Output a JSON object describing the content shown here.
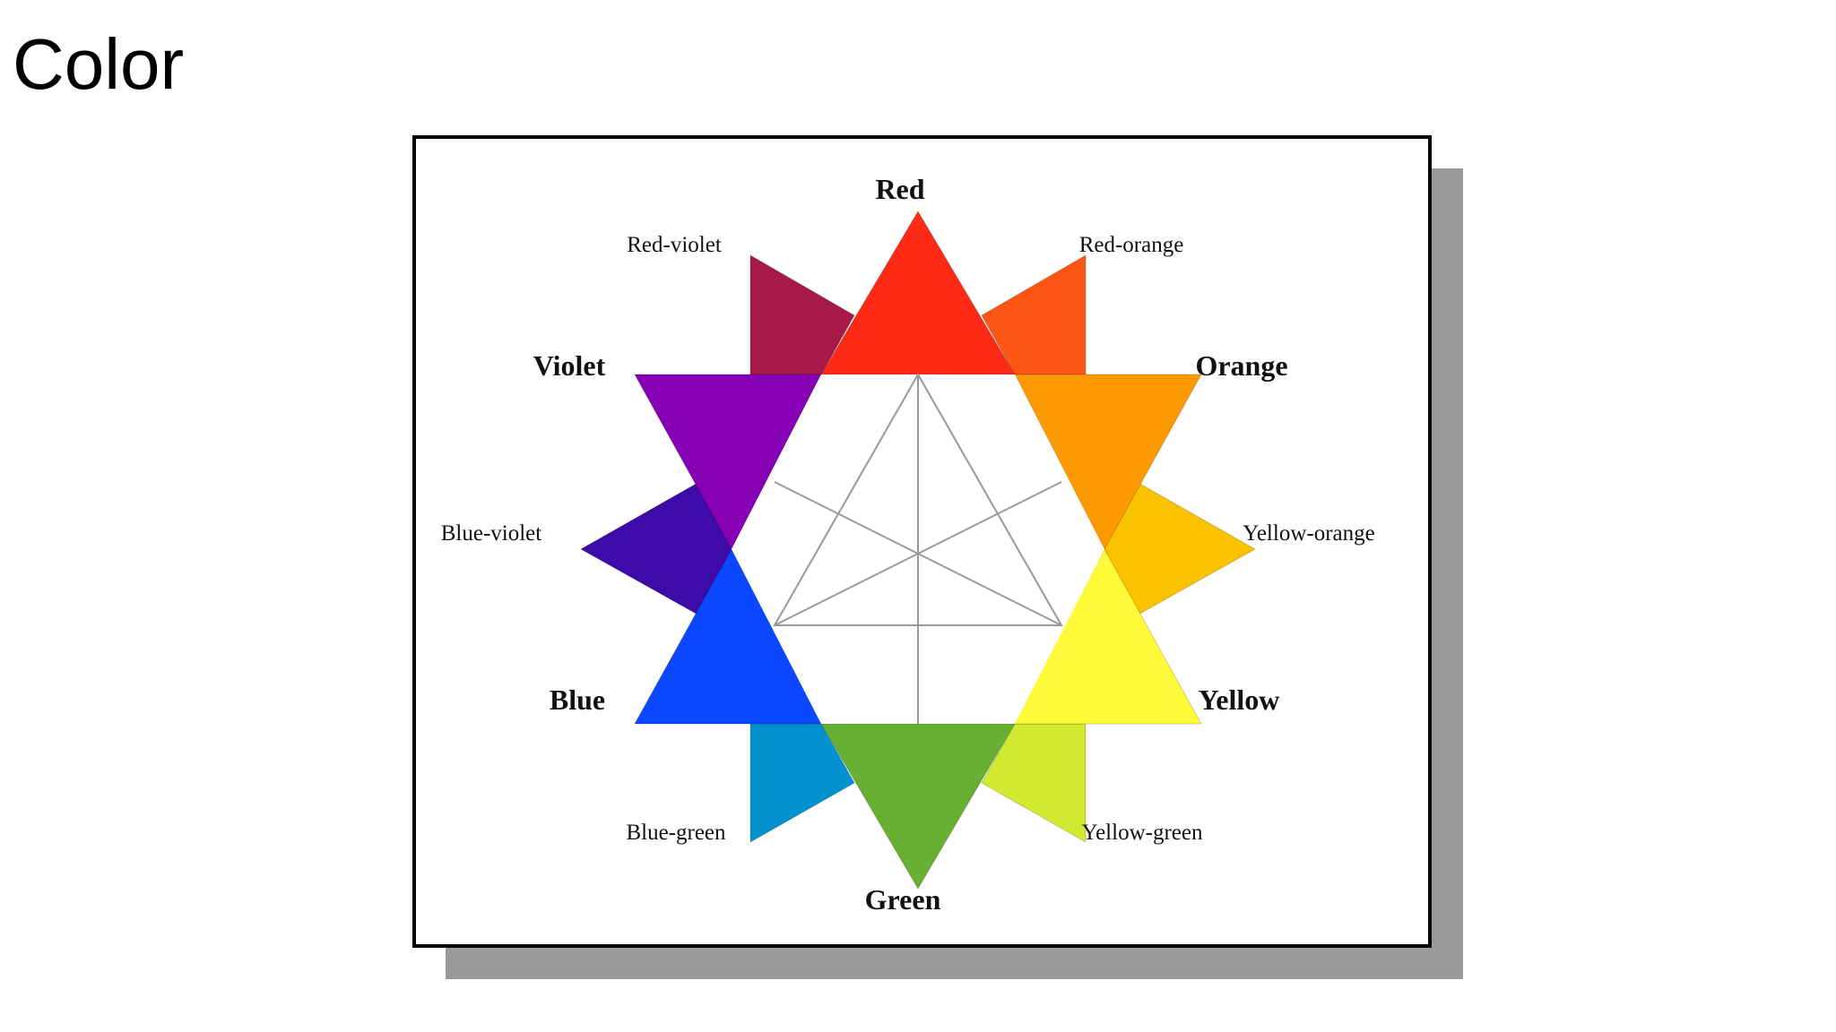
{
  "slide": {
    "title": "Color"
  },
  "wheel": {
    "primary_labels": {
      "red": "Red",
      "yellow": "Yellow",
      "blue": "Blue"
    },
    "secondary_labels": {
      "orange": "Orange",
      "green": "Green",
      "violet": "Violet"
    },
    "tertiary_labels": {
      "red_orange": "Red-orange",
      "yellow_orange": "Yellow-orange",
      "yellow_green": "Yellow-green",
      "blue_green": "Blue-green",
      "blue_violet": "Blue-violet",
      "red_violet": "Red-violet"
    },
    "colors": {
      "red": "#fe2a16",
      "orange": "#fd9a03",
      "yellow": "#fefa3a",
      "green": "#67b033",
      "blue": "#0a47fe",
      "violet": "#8501b3",
      "red_orange": "#fd5614",
      "yellow_orange": "#fbc200",
      "yellow_green": "#d1e92f",
      "blue_green": "#0491cf",
      "blue_violet": "#3e0aa8",
      "red_violet": "#a6194a"
    }
  }
}
